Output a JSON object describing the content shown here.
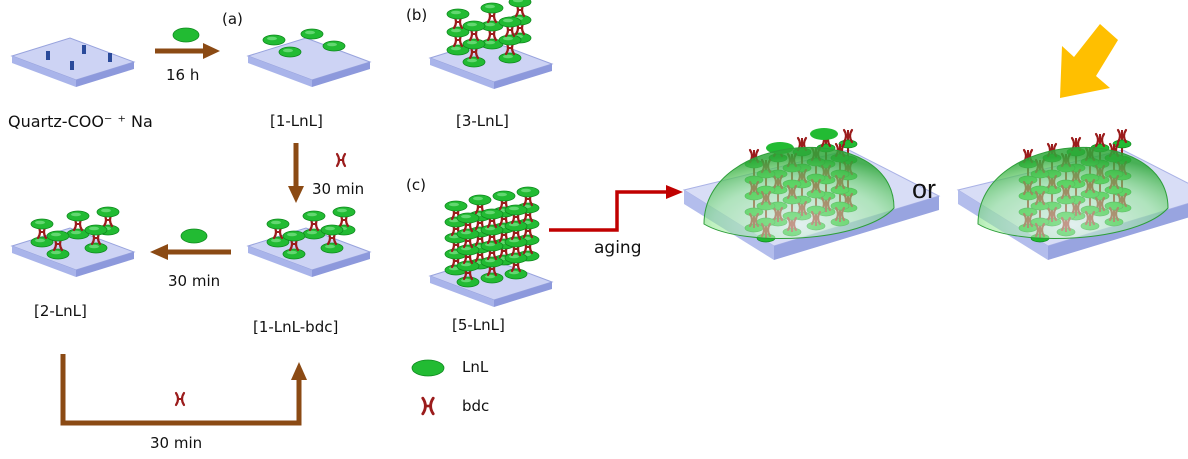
{
  "labels": {
    "quartz": "Quartz-COO⁻ ⁺ Na",
    "one_lnl": "[1-LnL]",
    "three_lnl": "[3-LnL]",
    "one_lnl_bdc": "[1-LnL-bdc]",
    "two_lnl": "[2-LnL]",
    "five_lnl": "[5-LnL]",
    "panel_a": "(a)",
    "panel_b": "(b)",
    "panel_c": "(c)",
    "or": "or"
  },
  "steps": {
    "t16h": "16 h",
    "t30_down": "30 min",
    "t30_left": "30 min",
    "t30_bottom": "30 min",
    "aging": "aging"
  },
  "legend": {
    "lnl": "LnL",
    "bdc": "bdc"
  },
  "colors": {
    "lnl_green": "#22bb33",
    "bdc_red": "#9b1c1c",
    "arrow_brown": "#8b4a14",
    "arrow_red": "#c00000",
    "arrow_orange": "#ffbf00",
    "substrate": "#b9c3ef",
    "dome": "#6cd96c"
  }
}
